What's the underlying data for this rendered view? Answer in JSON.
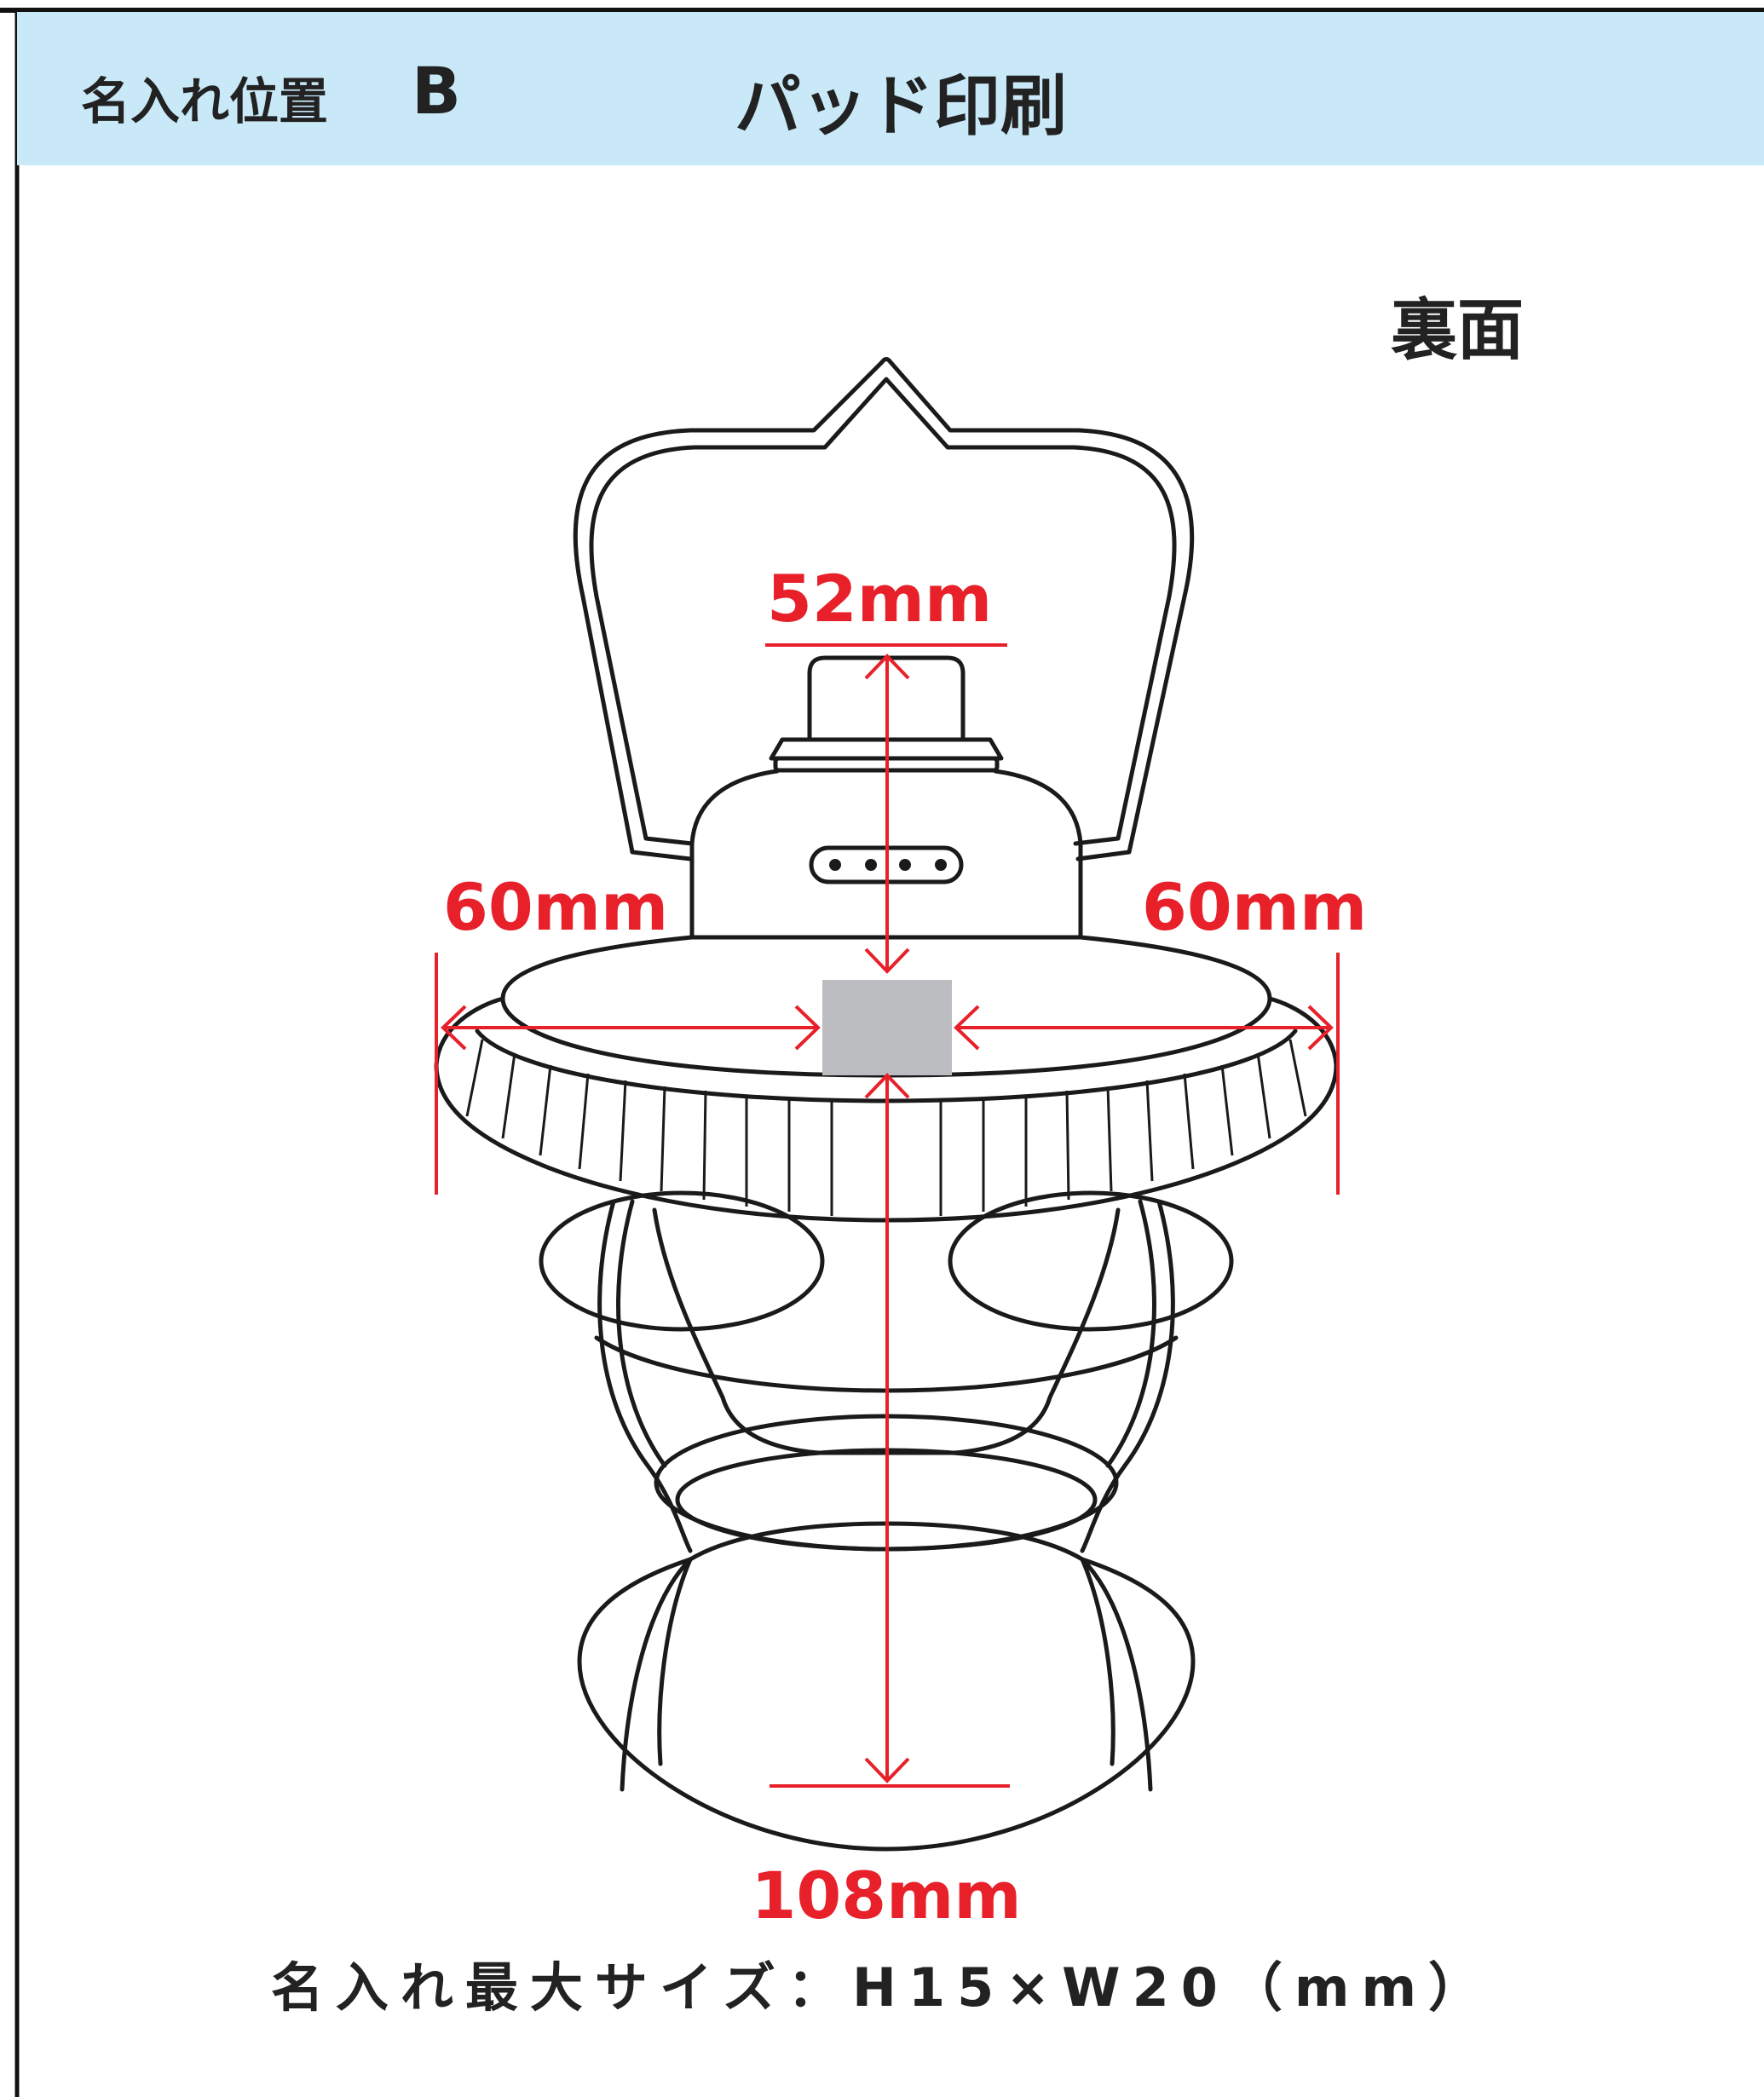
{
  "header": {
    "label": "名入れ位置",
    "position_letter": "B",
    "method": "パッド印刷",
    "background_color": "#c9e9f8"
  },
  "view_label": "裏面",
  "dimensions": {
    "top": "52mm",
    "left": "60mm",
    "right": "60mm",
    "bottom": "108mm",
    "color": "#e8202a"
  },
  "print_area": {
    "color": "#bcbdc0"
  },
  "caption": "名入れ最大サイズ：H15×W20（mm）"
}
